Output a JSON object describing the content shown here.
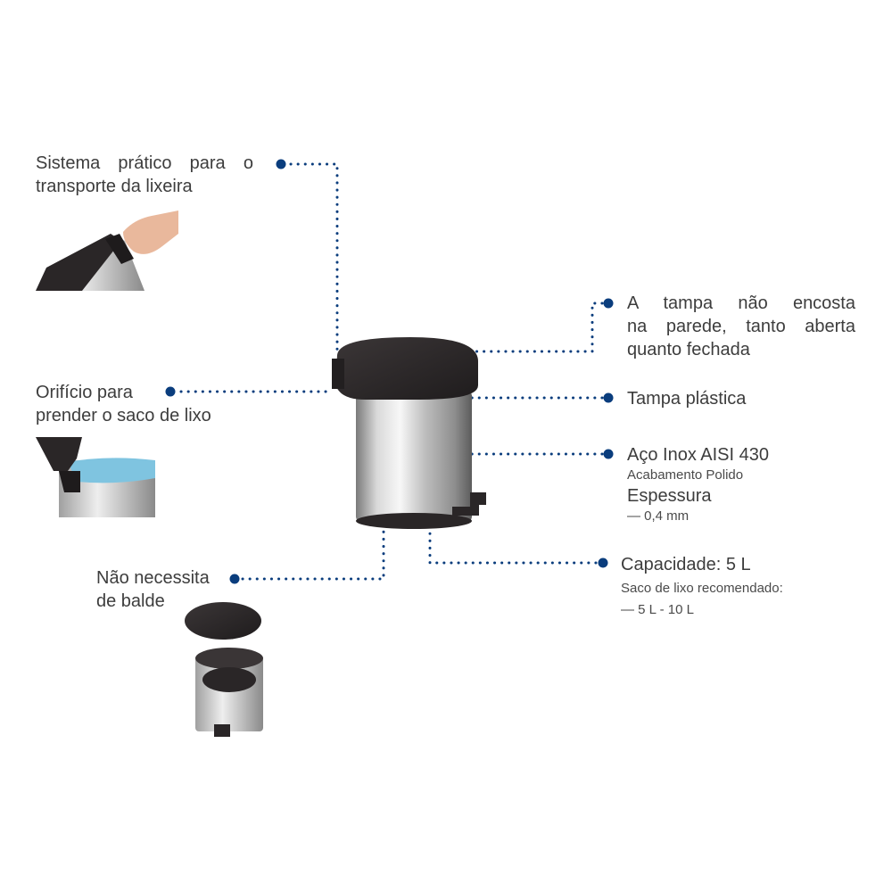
{
  "callouts": {
    "transport": {
      "line1": "Sistema prático para o",
      "line2": "transporte da lixeira"
    },
    "hole": {
      "line1": "Orifício para",
      "line2": "prender o saco de lixo"
    },
    "no_bucket": {
      "line1": "Não necessita",
      "line2": "de balde"
    },
    "lid_wall": {
      "line1": "A tampa não encosta",
      "line2": "na parede, tanto aberta",
      "line3": "quanto fechada"
    },
    "lid_plastic": {
      "text": "Tampa plástica"
    },
    "steel": {
      "title": "Aço Inox AISI 430",
      "finish": "Acabamento Polido",
      "thickness_label": "Espessura",
      "thickness_value": "— 0,4 mm"
    },
    "capacity": {
      "title": "Capacidade: 5 L",
      "bag_label": "Saco de lixo recomendado:",
      "bag_value": "— 5 L - 10 L"
    }
  },
  "colors": {
    "accent": "#0a3d7d",
    "lid": "#2e2a2b",
    "steel_light": "#f4f4f4",
    "steel_dark": "#6b6b6b",
    "bag": "#7fc4e0"
  }
}
